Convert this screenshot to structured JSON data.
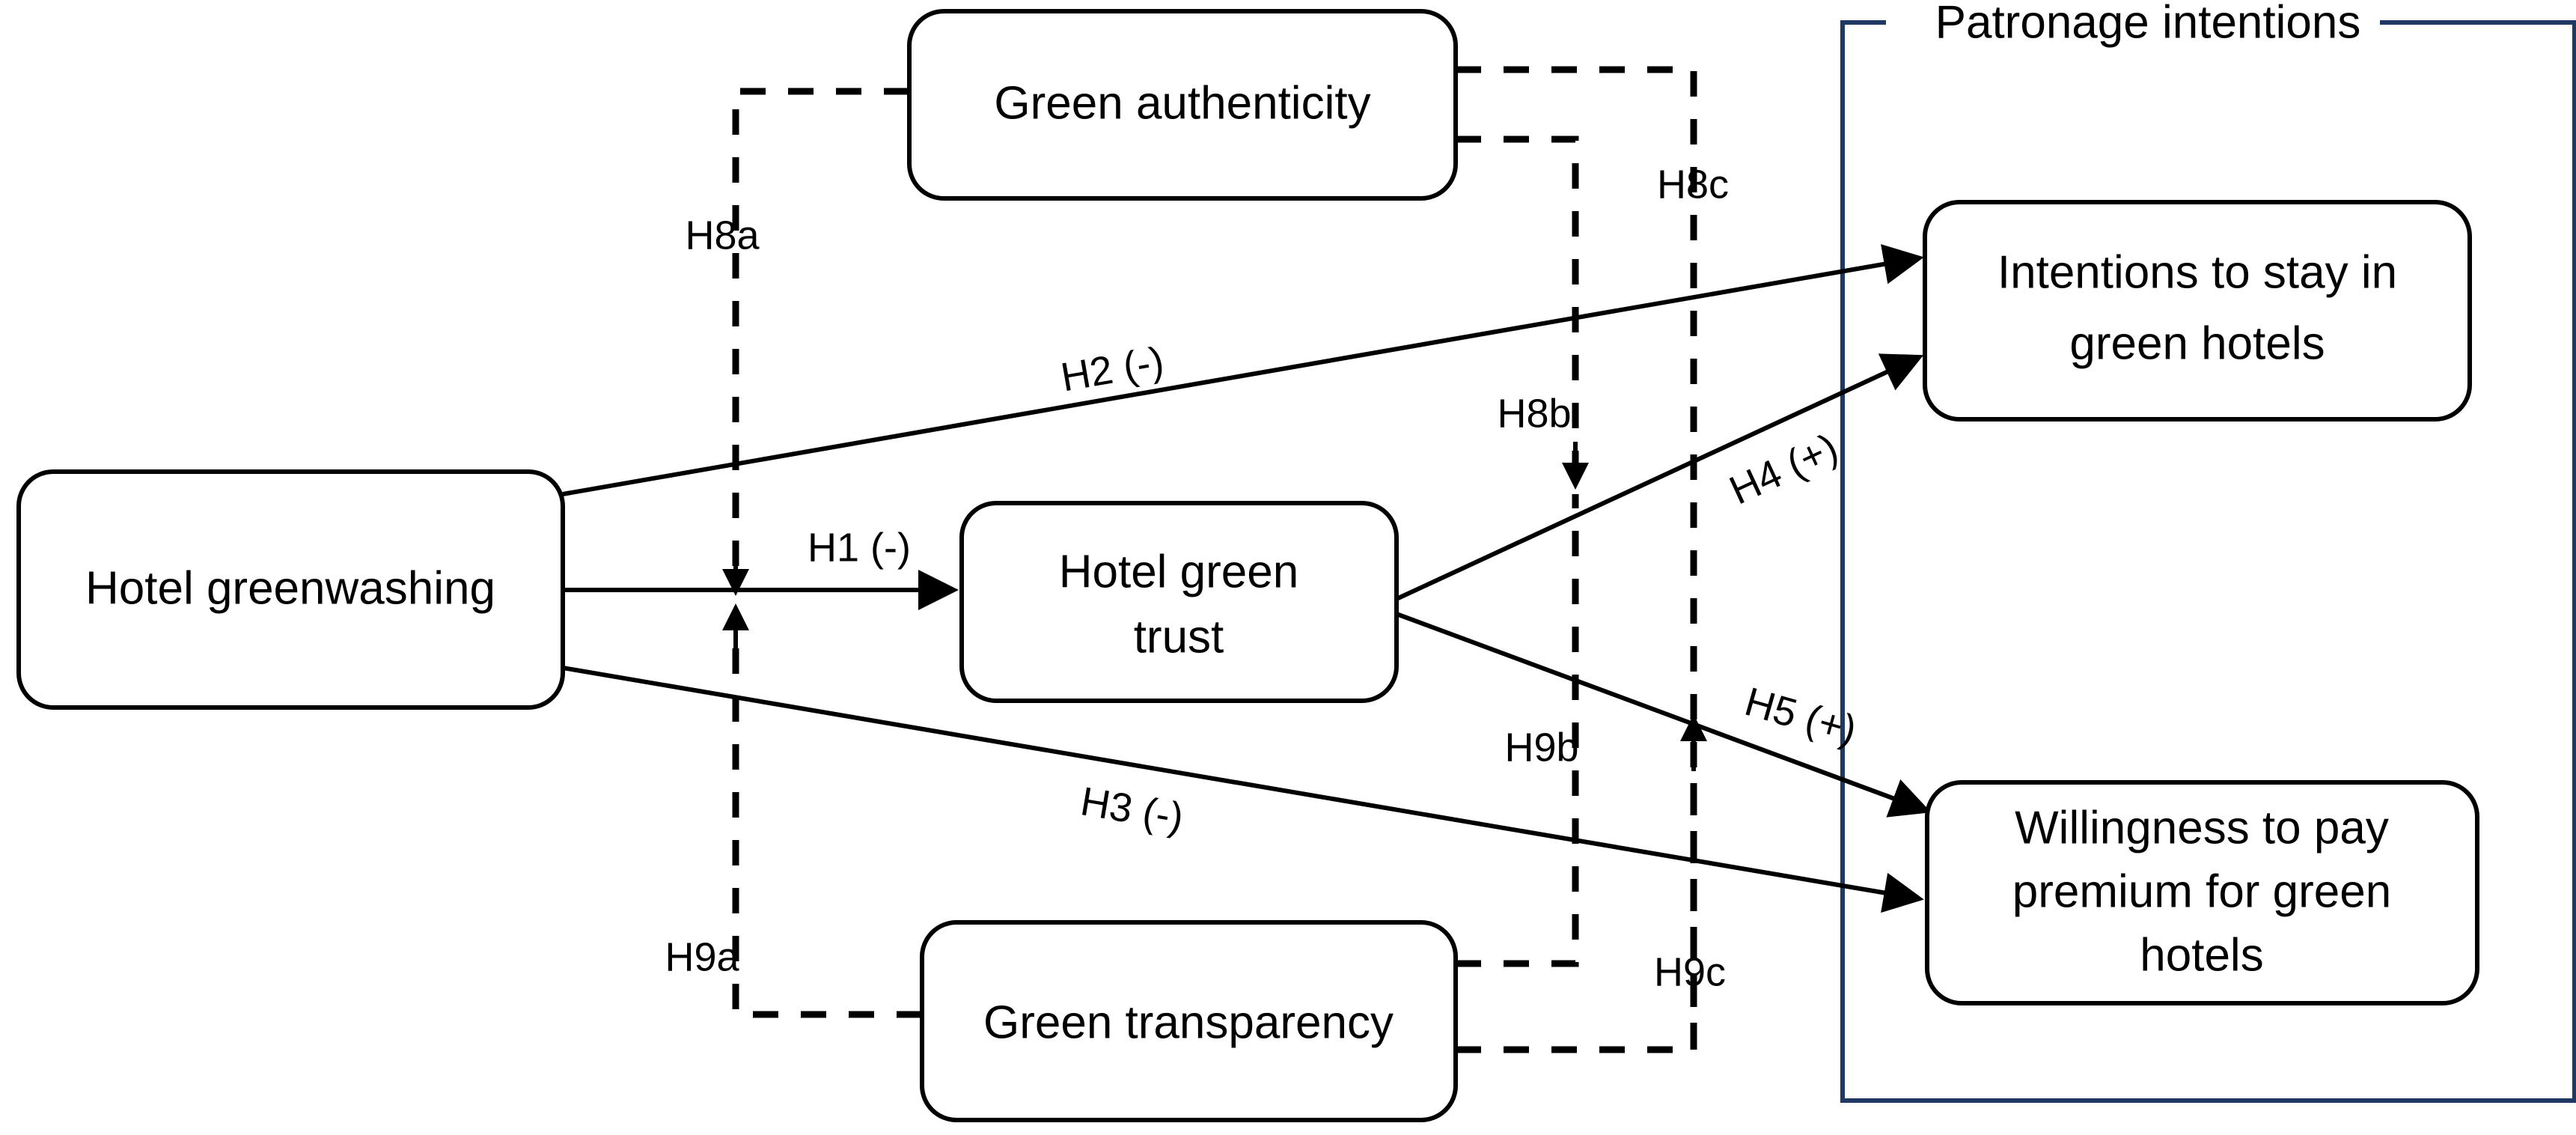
{
  "diagram": {
    "title": "Hotel greenwashing conceptual model",
    "colors": {
      "stroke": "#000000",
      "group_border": "#1F3864",
      "background": "#FFFFFF"
    },
    "group": {
      "label": "Patronage intentions"
    },
    "nodes": {
      "greenwashing": {
        "label": "Hotel greenwashing"
      },
      "authenticity": {
        "label": "Green authenticity"
      },
      "trust_line1": {
        "label": "Hotel green"
      },
      "trust_line2": {
        "label": "trust"
      },
      "transparency": {
        "label": "Green transparency"
      },
      "intentions_line1": {
        "label": "Intentions to stay in"
      },
      "intentions_line2": {
        "label": "green hotels"
      },
      "wtp_line1": {
        "label": "Willingness to pay"
      },
      "wtp_line2": {
        "label": "premium for green"
      },
      "wtp_line3": {
        "label": "hotels"
      }
    },
    "hypotheses": {
      "h1": {
        "label": "H1 (-)"
      },
      "h2": {
        "label": "H2 (-)"
      },
      "h3": {
        "label": "H3 (-)"
      },
      "h4": {
        "label": "H4 (+)"
      },
      "h5": {
        "label": "H5 (+)"
      },
      "h8a": {
        "label": "H8a"
      },
      "h8b": {
        "label": "H8b"
      },
      "h8c": {
        "label": "H8c"
      },
      "h9a": {
        "label": "H9a"
      },
      "h9b": {
        "label": "H9b"
      },
      "h9c": {
        "label": "H9c"
      }
    }
  }
}
